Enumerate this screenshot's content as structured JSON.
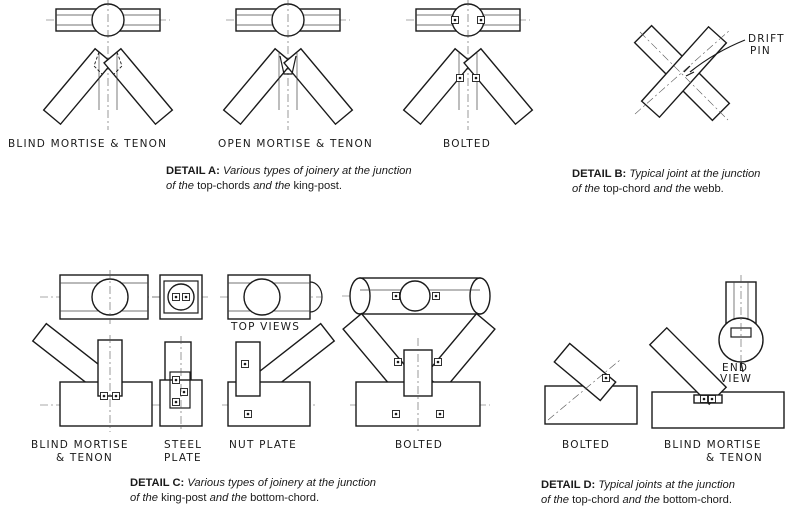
{
  "detail_a": {
    "labels": {
      "blind": "BLIND MORTISE & TENON",
      "open": "OPEN MORTISE & TENON",
      "bolted": "BOLTED"
    },
    "caption": {
      "title": "DETAIL A:",
      "line1": "Various types of joinery at the junction",
      "line2_a": "of the",
      "line2_b": "top-chords",
      "line2_c": "and the",
      "line2_d": "king-post."
    }
  },
  "detail_b": {
    "callout_line1": "DRIFT",
    "callout_line2": "PIN",
    "caption": {
      "title": "DETAIL B:",
      "line1": "Typical joint at the junction",
      "line2_a": "of the",
      "line2_b": "top-chord",
      "line2_c": "and the",
      "line2_d": "webb."
    }
  },
  "detail_c": {
    "top_views": "TOP VIEWS",
    "labels": {
      "blind_1": "BLIND MORTISE",
      "blind_2": "& TENON",
      "steel_1": "STEEL",
      "steel_2": "PLATE",
      "nut": "NUT PLATE",
      "bolted": "BOLTED"
    },
    "caption": {
      "title": "DETAIL C:",
      "line1": "Various types of joinery at the junction",
      "line2_a": "of the",
      "line2_b": "king-post",
      "line2_c": "and the",
      "line2_d": "bottom-chord."
    }
  },
  "detail_d": {
    "end_view_1": "END",
    "end_view_2": "VIEW",
    "labels": {
      "bolted": "BOLTED",
      "blind_1": "BLIND MORTISE",
      "blind_2": "& TENON"
    },
    "caption": {
      "title": "DETAIL D:",
      "line1": "Typical joints at the junction",
      "line2_a": "of the",
      "line2_b": "top-chord",
      "line2_c": "and the",
      "line2_d": "bottom-chord."
    }
  }
}
